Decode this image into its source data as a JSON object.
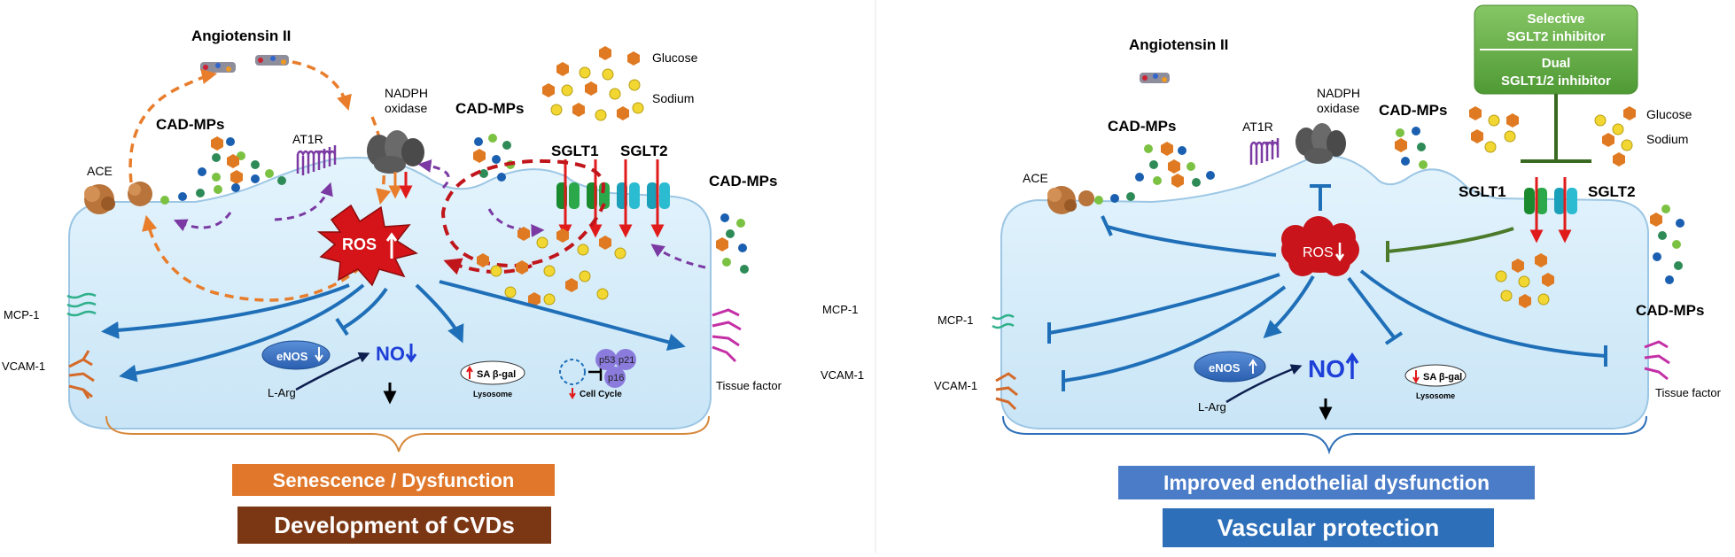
{
  "left": {
    "angiotensin": "Angiotensin II",
    "cad_mps_top": "CAD-MPs",
    "cad_mps_mid": "CAD-MPs",
    "cad_mps_right": "CAD-MPs",
    "nadph_1": "NADPH",
    "nadph_2": "oxidase",
    "at1r": "AT1R",
    "ace": "ACE",
    "glucose": "Glucose",
    "sodium": "Sodium",
    "sglt1": "SGLT1",
    "sglt2": "SGLT2",
    "ros": "ROS",
    "mcp1": "MCP-1",
    "vcam1": "VCAM-1",
    "tissue_factor": "Tissue factor",
    "enos": "eNOS",
    "no": "NO",
    "l_arg": "L-Arg",
    "sa_bgal": "SA β-gal",
    "lysosome": "Lysosome",
    "p53": "p53",
    "p21": "p21",
    "p16": "p16",
    "cell_cycle": "Cell Cycle",
    "box1": "Senescence / Dysfunction",
    "box2": "Development of CVDs"
  },
  "right": {
    "angiotensin": "Angiotensin II",
    "cad_mps_top": "CAD-MPs",
    "cad_mps_mid": "CAD-MPs",
    "cad_mps_right": "CAD-MPs",
    "nadph_1": "NADPH",
    "nadph_2": "oxidase",
    "at1r": "AT1R",
    "ace": "ACE",
    "glucose": "Glucose",
    "sodium": "Sodium",
    "sglt1": "SGLT1",
    "sglt2": "SGLT2",
    "ros": "ROS",
    "mcp1": "MCP-1",
    "vcam1": "VCAM-1",
    "tissue_factor": "Tissue factor",
    "enos": "eNOS",
    "no": "NO",
    "l_arg": "L-Arg",
    "sa_bgal": "SA β-gal",
    "lysosome": "Lysosome",
    "inhibitor_1a": "Selective",
    "inhibitor_1b": "SGLT2 inhibitor",
    "inhibitor_2a": "Dual",
    "inhibitor_2b": "SGLT1/2 inhibitor",
    "box1": "Improved endothelial dysfunction",
    "box2": "Vascular protection"
  },
  "colors": {
    "cell_fill": "#d4ecf9",
    "cell_stroke": "#9cc6e4",
    "arrow_blue": "#1f6fb8",
    "ros_red": "#d41418",
    "orange": "#e87d2c",
    "purple": "#7b3aa3",
    "box_orange": "#e0772a",
    "box_brown": "#7b3714",
    "box_blue_light": "#4a7cc8",
    "box_blue_dark": "#2d6fb8",
    "inhibitor_green": "#6ab04c",
    "no_blue": "#1e40d8"
  }
}
